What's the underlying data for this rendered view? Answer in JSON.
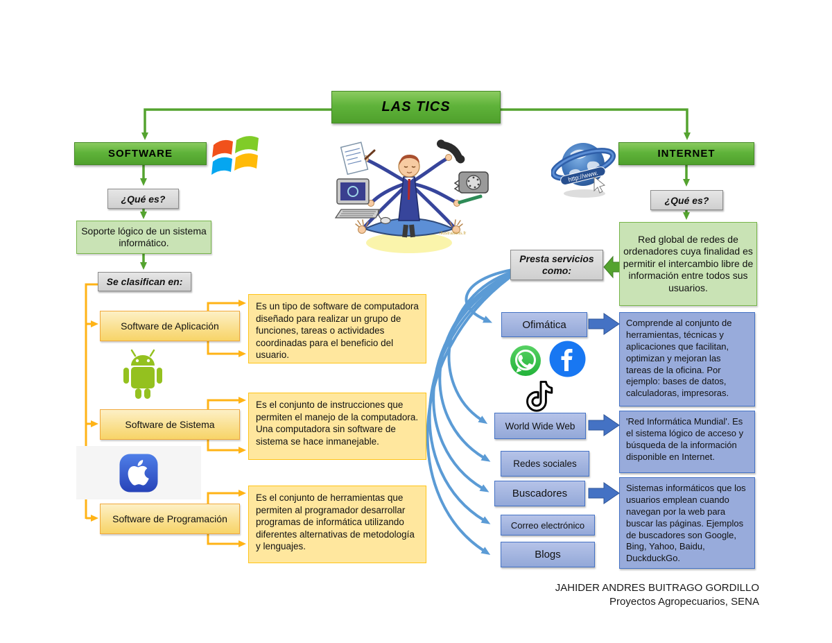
{
  "title": "LAS TICS",
  "software": {
    "label": "SOFTWARE",
    "que_es": "¿Qué es?",
    "definition": "Soporte lógico de un sistema informático.",
    "classify_label": "Se clasifican en:",
    "categories": [
      {
        "label": "Software de Aplicación",
        "description": "Es un tipo de software de computadora diseñado para realizar un grupo de funciones, tareas o actividades coordinadas para el beneficio del usuario."
      },
      {
        "label": "Software de Sistema",
        "description": "Es el conjunto de instrucciones que permiten el manejo de la computadora. Una computadora sin software de sistema se hace inmanejable."
      },
      {
        "label": "Software de Programación",
        "description": "Es el conjunto de herramientas que permiten al programador desarrollar programas de informática utilizando diferentes alternativas de metodología y lenguajes."
      }
    ]
  },
  "internet": {
    "label": "INTERNET",
    "que_es": "¿Qué es?",
    "definition": "Red global de redes de ordenadores cuya finalidad es permitir el intercambio libre de información entre todos sus usuarios.",
    "services_label": "Presta servicios como:",
    "services": [
      {
        "label": "Ofimática",
        "description": "Comprende al conjunto de herramientas, técnicas y aplicaciones que facilitan, optimizan y mejoran las tareas de la oficina. Por ejemplo: bases de datos, calculadoras, impresoras."
      },
      {
        "label": "World Wide Web",
        "description": "'Red Informática Mundial'. Es el sistema lógico de acceso y búsqueda de la información disponible en Internet."
      },
      {
        "label": "Redes sociales"
      },
      {
        "label": "Buscadores",
        "description": "Sistemas informáticos que los usuarios emplean cuando navegan por la web para buscar las páginas. Ejemplos de buscadores son Google, Bing, Yahoo, Baidu, DuckduckGo."
      },
      {
        "label": "Correo electrónico"
      },
      {
        "label": "Blogs"
      }
    ]
  },
  "icons": {
    "windows": "windows-logo",
    "globe": "internet-globe",
    "globe_text": "http://www.",
    "android": "android-logo",
    "apple": "apple-app-icon",
    "whatsapp": "whatsapp-logo",
    "facebook": "facebook-logo",
    "tiktok": "tiktok-logo",
    "person": "multitasking-person-clipart",
    "person_watermark": "illustrations.fr"
  },
  "footer": {
    "line1": "JAHIDER ANDRES BUITRAGO GORDILLO",
    "line2": "Proyectos Agropecuarios, SENA"
  },
  "colors": {
    "green_box": "#5FB33A",
    "light_green_box": "#C9E3B5",
    "gray_box": "#D6D6D6",
    "yellow_box": "#F9DC82",
    "yellow_border": "#F0A83C",
    "orange_connector": "#FFB316",
    "blue_box": "#98ABDB",
    "blue_border": "#4472C4",
    "blue_block_arrow": "#4472C4",
    "light_blue_arrow": "#5B9BD5",
    "green_arrow": "#54A32F"
  }
}
